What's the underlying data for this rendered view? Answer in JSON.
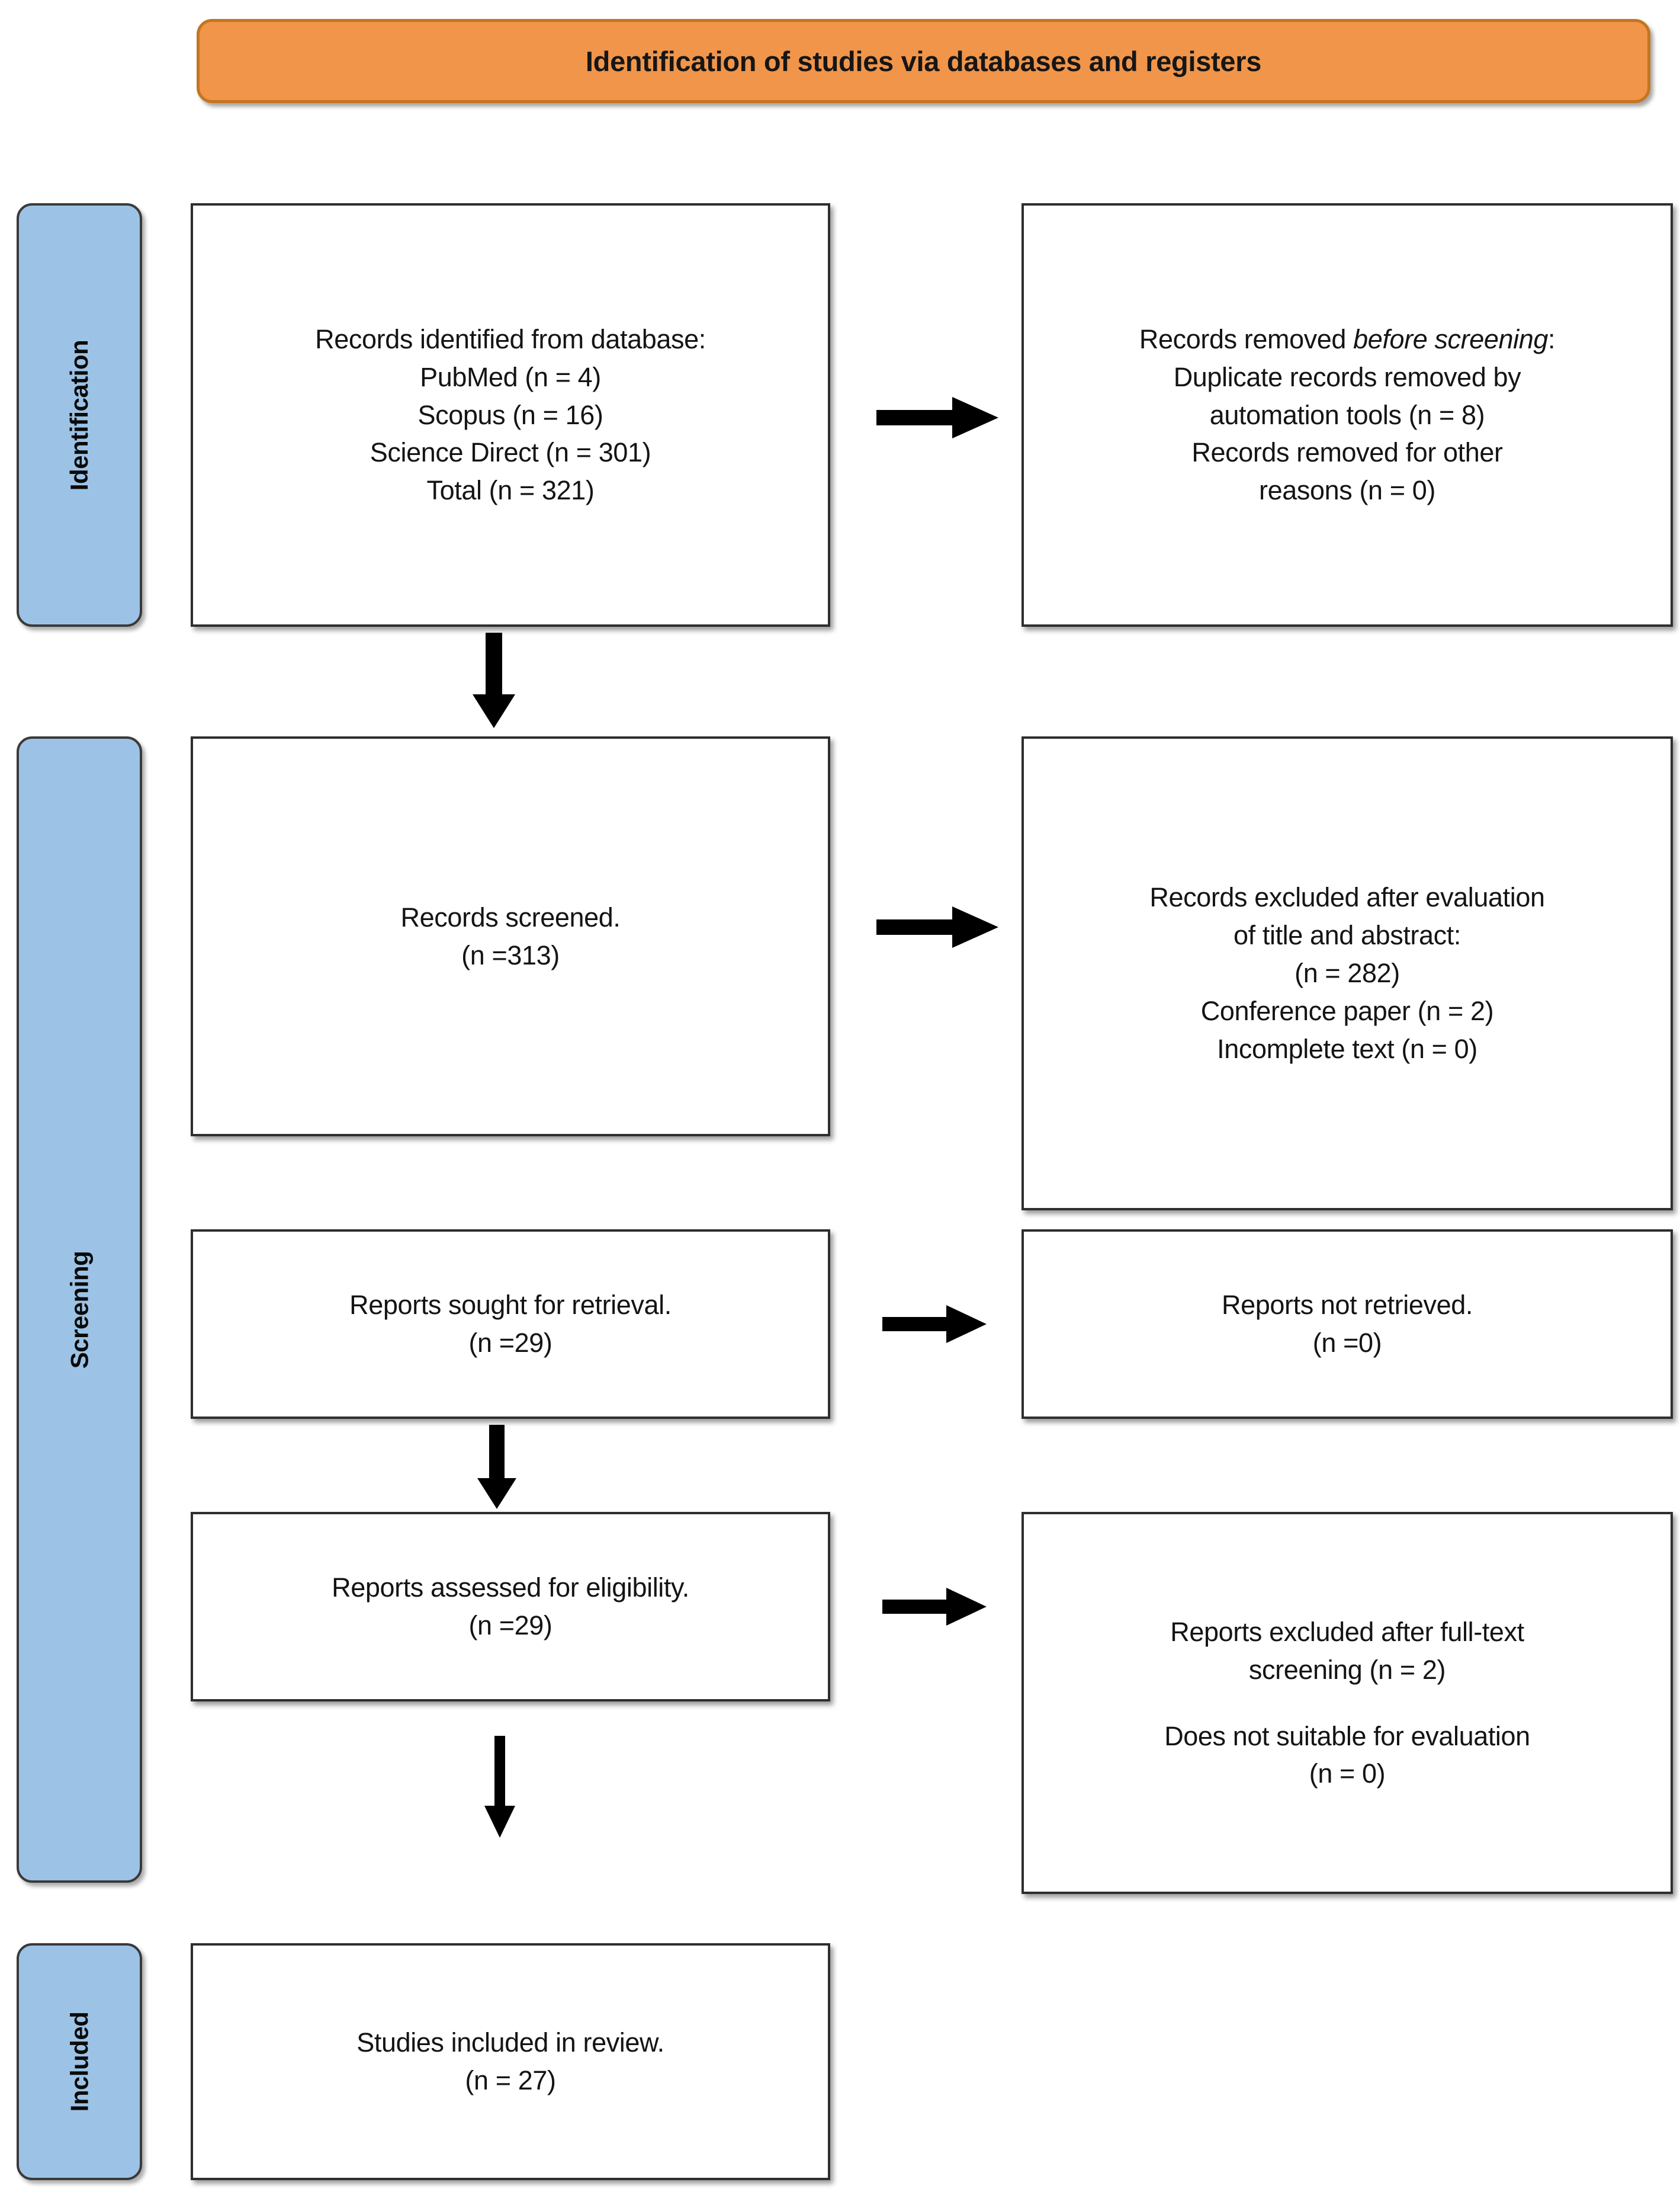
{
  "banner": {
    "title": "Identification of studies via databases and registers"
  },
  "stages": [
    {
      "id": "identification",
      "label": "Identification"
    },
    {
      "id": "screening",
      "label": "Screening"
    },
    {
      "id": "included",
      "label": "Included"
    }
  ],
  "boxes": {
    "identified": {
      "lines": [
        "Records identified from database:",
        "PubMed (n = 4)",
        "Scopus (n = 16)",
        "Science Direct (n = 301)",
        "Total (n = 321)"
      ]
    },
    "removed": {
      "lead": "Records removed ",
      "lead_italic": "before screening",
      "lead_tail": ":",
      "lines": [
        "Duplicate records removed by",
        "automation tools (n = 8)",
        "Records removed for other",
        "reasons (n = 0)"
      ]
    },
    "screened": {
      "lines": [
        "Records screened.",
        "(n =313)"
      ]
    },
    "excluded": {
      "lines": [
        "Records excluded after evaluation",
        "of title and abstract:",
        "(n = 282)",
        "Conference paper (n = 2)",
        "Incomplete text (n = 0)"
      ]
    },
    "sought": {
      "lines": [
        "Reports sought for retrieval.",
        "(n =29)"
      ]
    },
    "not_retrieved": {
      "lines": [
        "Reports not retrieved.",
        "(n =0)"
      ]
    },
    "assessed": {
      "lines": [
        "Reports assessed for eligibility.",
        "(n =29)"
      ]
    },
    "full_text_excluded": {
      "lines_top": [
        "Reports excluded after full-text",
        "screening (n = 2)"
      ],
      "lines_bottom": [
        "Does not suitable for evaluation",
        "(n = 0)"
      ]
    },
    "included": {
      "lines": [
        "Studies included in review.",
        "(n = 27)"
      ]
    }
  },
  "colors": {
    "banner_fill": "#F0954A",
    "banner_border": "#C4761F",
    "stage_fill": "#9CC3E6",
    "stage_border": "#3A3A3A",
    "box_border": "#2E2E2E",
    "arrow": "#000000",
    "text": "#141414"
  },
  "arrows": [
    {
      "id": "identified-to-removed",
      "direction": "right"
    },
    {
      "id": "screened-to-excluded",
      "direction": "right"
    },
    {
      "id": "sought-to-notretrieved",
      "direction": "right"
    },
    {
      "id": "assessed-to-fullexcluded",
      "direction": "right"
    },
    {
      "id": "identified-to-screened",
      "direction": "down"
    },
    {
      "id": "sought-to-assessed",
      "direction": "down"
    },
    {
      "id": "assessed-to-included",
      "direction": "down"
    }
  ]
}
